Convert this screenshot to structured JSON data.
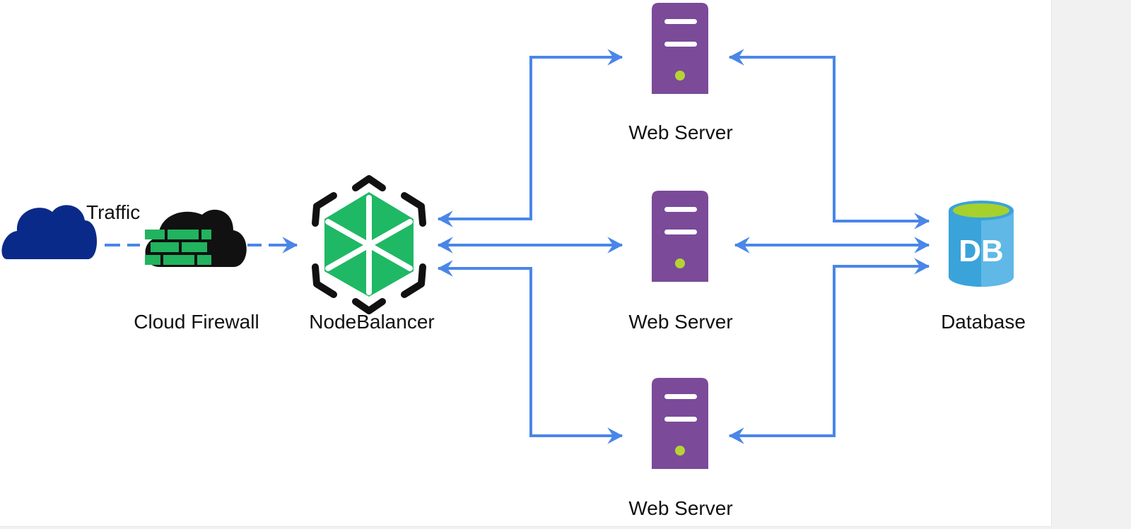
{
  "labels": {
    "traffic": "Traffic",
    "cloud_firewall": "Cloud Firewall",
    "nodebalancer": "NodeBalancer",
    "web_server_1": "Web Server",
    "web_server_2": "Web Server",
    "web_server_3": "Web Server",
    "database": "Database",
    "db_glyph": "DB"
  },
  "icons": {
    "internet": "cloud-icon",
    "firewall": "cloud-firewall-icon",
    "balancer": "nodebalancer-icon",
    "server": "server-icon",
    "database": "database-icon"
  },
  "colors": {
    "arrow": "#4a86e8",
    "cloud": "#0a2a8a",
    "firewall_bricks": "#22b35e",
    "balancer_green": "#1fb865",
    "server": "#7b4a99",
    "server_led": "#b6d334",
    "database": "#3aa3d9",
    "database_top": "#a6d12c"
  }
}
